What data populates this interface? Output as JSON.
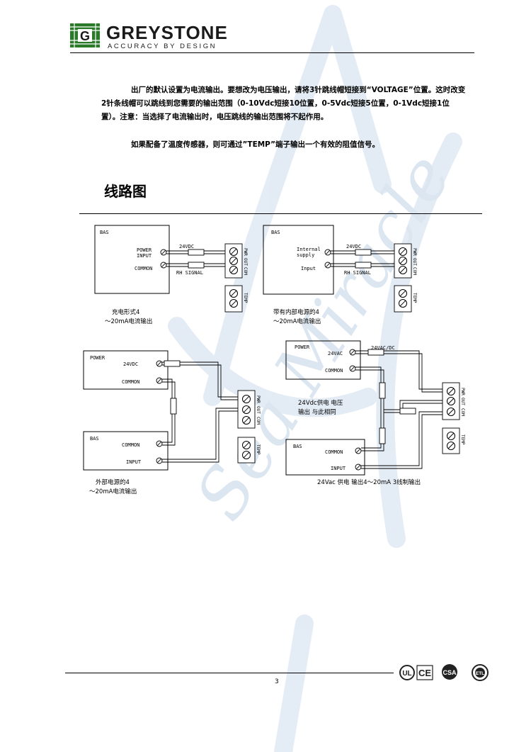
{
  "header": {
    "brand": "GREYSTONE",
    "tagline": "ACCURACY BY DESIGN",
    "logo_letter": "G"
  },
  "body": {
    "para1": "出厂的默认设置为电流输出。要想改为电压输出，请将3针跳线帽短接到“VOLTAGE”位置。这时改变2针条线帽可以跳线到您需要的输出范围（0-10Vdc短接10位置，0-5Vdc短接5位置，0-1Vdc短接1位置）。注意：当选择了电流输出时，电压跳线的输出范围将不起作用。",
    "para2": "如果配备了温度传感器，则可通过”TEMP”端子输出一个有效的阻值信号。",
    "section_title": "线路图"
  },
  "diagrams": {
    "d1": {
      "bas": "BAS",
      "power_input_1": "POWER",
      "power_input_2": "INPUT",
      "common": "COMMON",
      "vdc": "24VDC",
      "rh_signal": "RH SIGNAL",
      "caption_1": "充电形式4",
      "caption_2": "～20mA电流输出"
    },
    "d2": {
      "bas": "BAS",
      "internal_1": "Internal",
      "internal_2": "supply",
      "input": "Input",
      "vdc": "24VDC",
      "rh_signal": "RH SIGNAL",
      "caption_1": "带有内部电源的4",
      "caption_2": "～20mA电流输出"
    },
    "d3": {
      "power": "POWER",
      "vdc": "24VDC",
      "common": "COMMON",
      "bas": "BAS",
      "bas_common": "COMMON",
      "input": "INPUT",
      "caption_1": "外部电源的4",
      "caption_2": "～20mA电流输出"
    },
    "d4": {
      "power": "POWER",
      "vac": "24VAC",
      "vacdc": "24VAC/DC",
      "common": "COMMON",
      "mid_1": "24Vdc供电 电压",
      "mid_2": "输出 与此相同",
      "bas": "BAS",
      "bas_common": "COMMON",
      "input": "INPUT",
      "caption": "24Vac 供电 输出4～20mA 3线制输出"
    },
    "terminal": {
      "pwr": "PWR",
      "out": "OUT",
      "com": "COM",
      "temp": "TEMP"
    }
  },
  "footer": {
    "page_number": "3",
    "certs": [
      "UL",
      "CE",
      "CSA",
      "ETL"
    ]
  },
  "watermark": {
    "text": "Sea Miracle",
    "color": "#c9d9ea"
  }
}
